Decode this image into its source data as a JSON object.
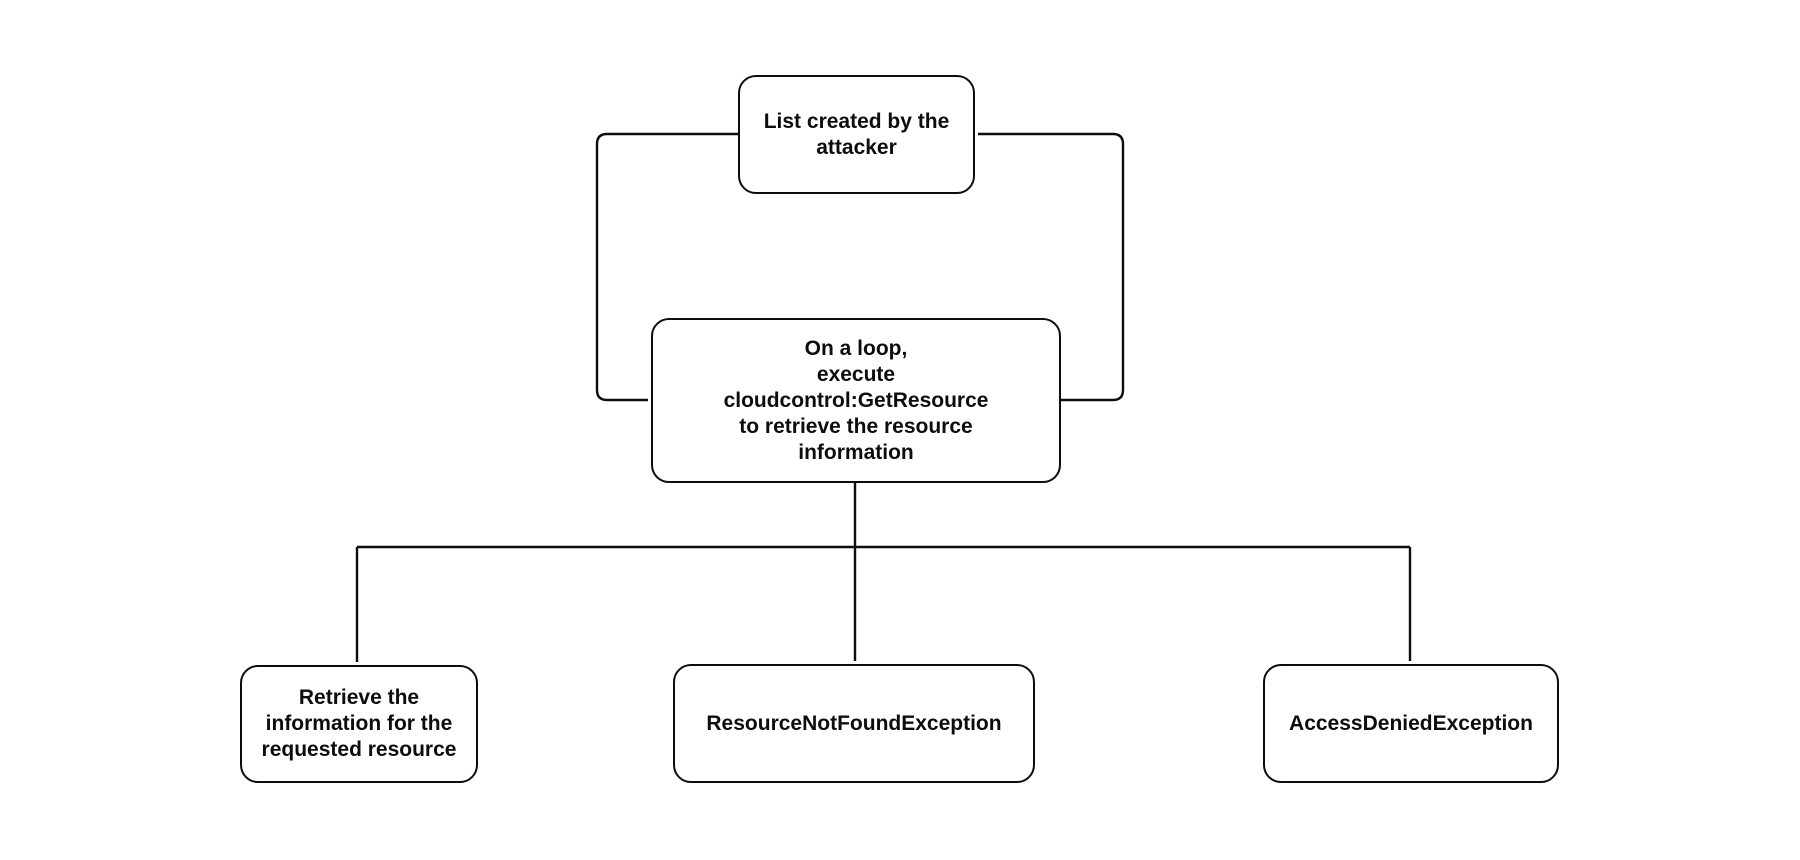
{
  "diagram": {
    "type": "flowchart",
    "colors": {
      "stroke": "#0d0d0d",
      "box_fill": "#ffffff",
      "text": "#0d0d0d",
      "background": "#ffffff"
    },
    "nodes": {
      "attacker_list": {
        "label": "List created by the\nattacker"
      },
      "loop_execute": {
        "label": "On a loop,\nexecute\ncloudcontrol:GetResource\nto retrieve the resource\ninformation"
      },
      "retrieve_info": {
        "label": "Retrieve the\ninformation for the\nrequested resource"
      },
      "resource_not_found": {
        "label": "ResourceNotFoundException"
      },
      "access_denied": {
        "label": "AccessDeniedException"
      }
    },
    "edges": [
      {
        "from": "attacker_list",
        "to": "loop_execute",
        "route": "left-loop"
      },
      {
        "from": "loop_execute",
        "to": "attacker_list",
        "route": "right-loop"
      },
      {
        "from": "loop_execute",
        "to": "retrieve_info",
        "route": "branch-left"
      },
      {
        "from": "loop_execute",
        "to": "resource_not_found",
        "route": "branch-middle"
      },
      {
        "from": "loop_execute",
        "to": "access_denied",
        "route": "branch-right"
      }
    ]
  }
}
